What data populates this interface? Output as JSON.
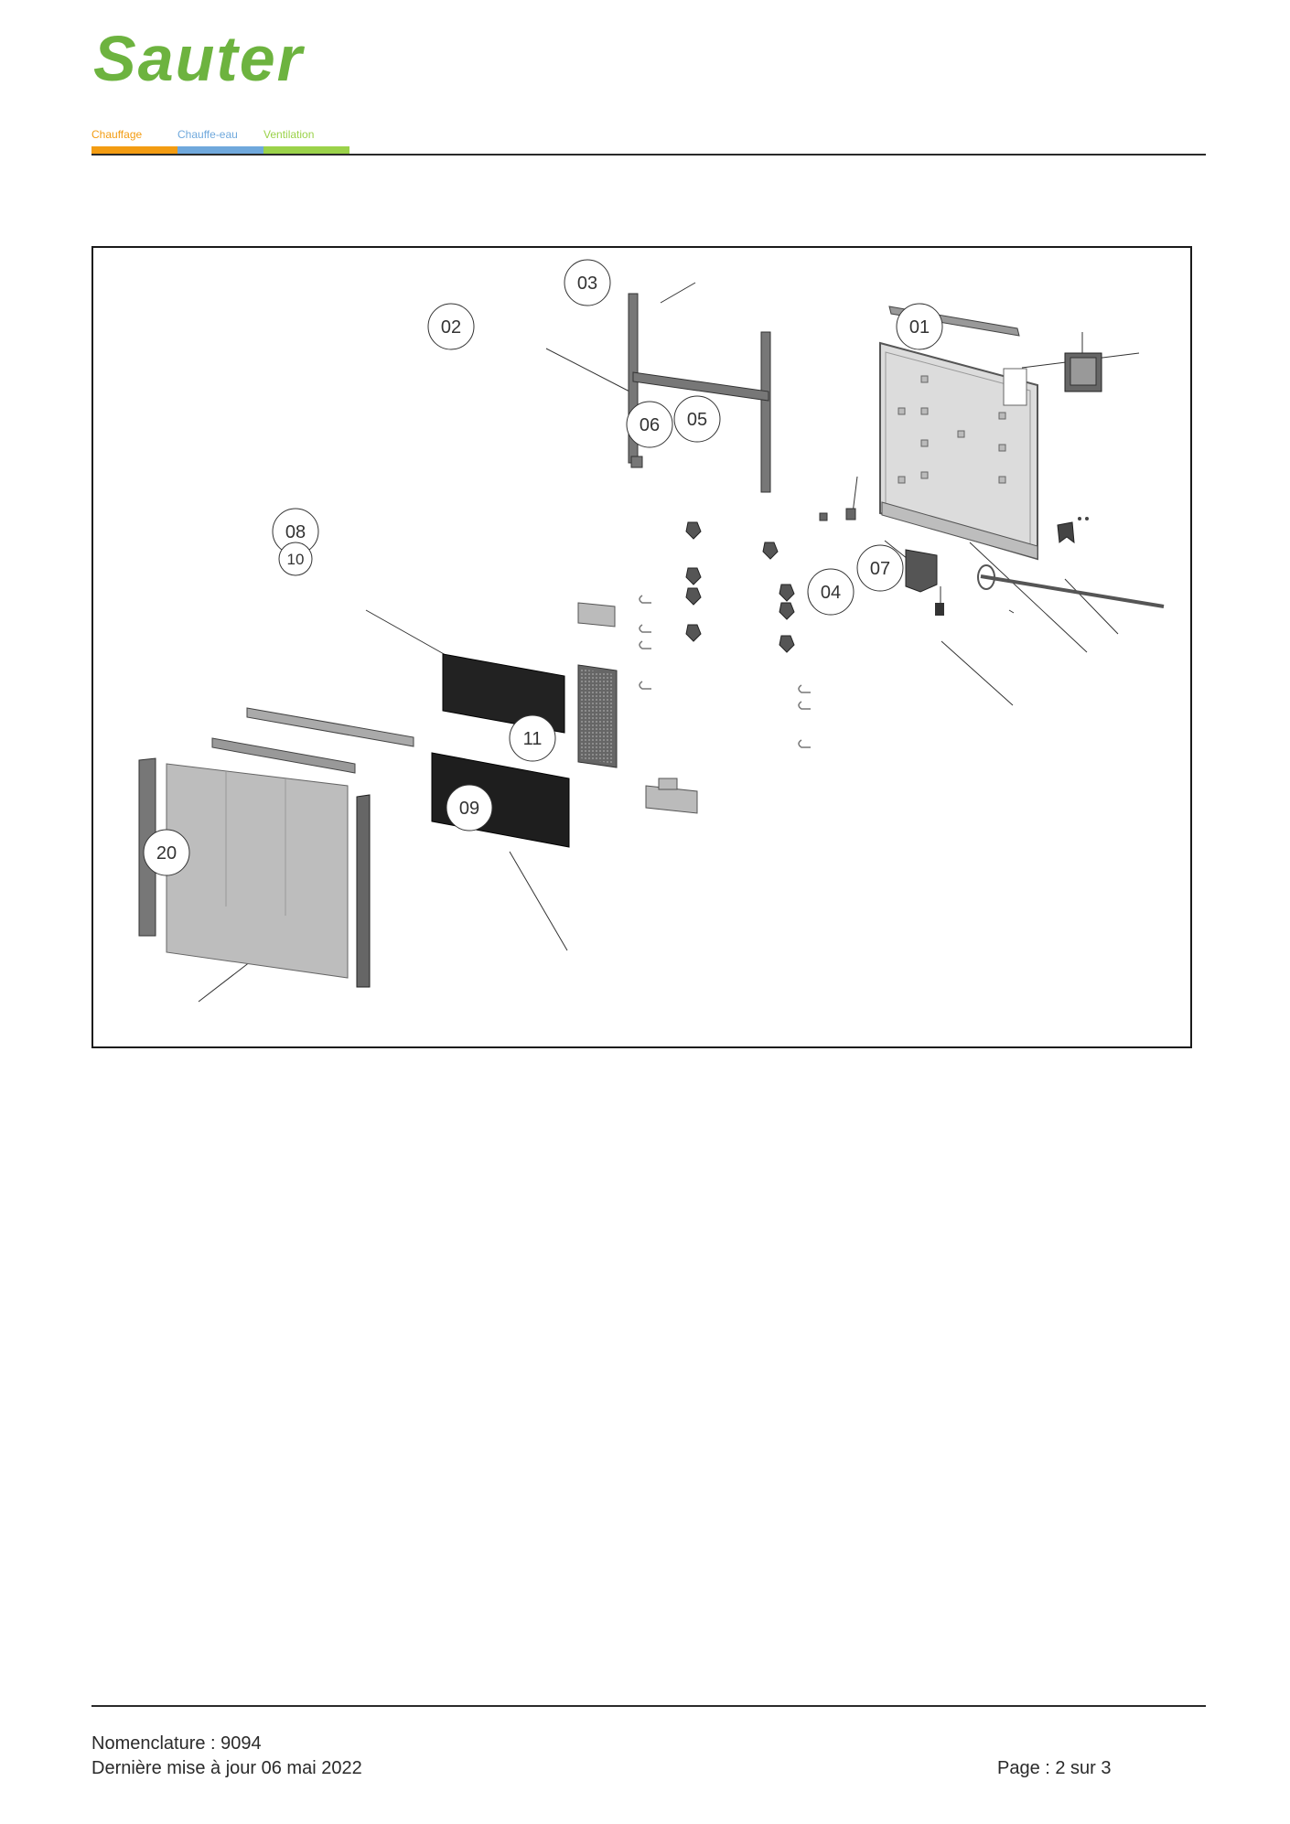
{
  "header": {
    "brand": "Sauter",
    "brand_color": "#6db33f",
    "tabs": [
      {
        "label": "Chauffage",
        "color": "#f39c12"
      },
      {
        "label": "Chauffe-eau",
        "color": "#6fa8dc"
      },
      {
        "label": "Ventilation",
        "color": "#9bd24a"
      }
    ]
  },
  "diagram": {
    "callouts": [
      "03",
      "02",
      "01",
      "06",
      "05",
      "08",
      "10",
      "07",
      "04",
      "11",
      "09",
      "20"
    ]
  },
  "footer": {
    "nomenclature": "Nomenclature : 9094",
    "updated": "Dernière mise à jour 06 mai 2022",
    "page": "Page : 2 sur 3"
  }
}
